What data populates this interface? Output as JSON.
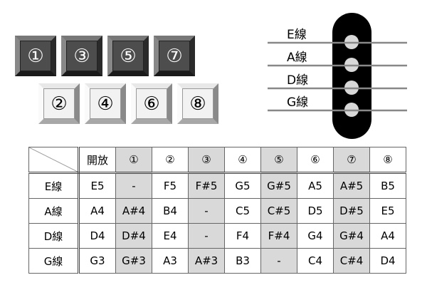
{
  "keys_dark": [
    "①",
    "③",
    "⑤",
    "⑦"
  ],
  "keys_light": [
    "②",
    "④",
    "⑥",
    "⑧"
  ],
  "pickup": {
    "strings": [
      "E線",
      "A線",
      "D線",
      "G線"
    ]
  },
  "table": {
    "headers": [
      "開放",
      "①",
      "②",
      "③",
      "④",
      "⑤",
      "⑥",
      "⑦",
      "⑧"
    ],
    "shaded_columns": [
      1,
      3,
      5,
      7
    ],
    "rows": [
      {
        "label": "E線",
        "cells": [
          "E5",
          "-",
          "F5",
          "F#5",
          "G5",
          "G#5",
          "A5",
          "A#5",
          "B5"
        ]
      },
      {
        "label": "A線",
        "cells": [
          "A4",
          "A#4",
          "B4",
          "-",
          "C5",
          "C#5",
          "D5",
          "D#5",
          "E5"
        ]
      },
      {
        "label": "D線",
        "cells": [
          "D4",
          "D#4",
          "E4",
          "-",
          "F4",
          "F#4",
          "G4",
          "G#4",
          "A4"
        ]
      },
      {
        "label": "G線",
        "cells": [
          "G3",
          "G#3",
          "A3",
          "A#3",
          "B3",
          "-",
          "C4",
          "C#4",
          "D4"
        ]
      }
    ]
  }
}
